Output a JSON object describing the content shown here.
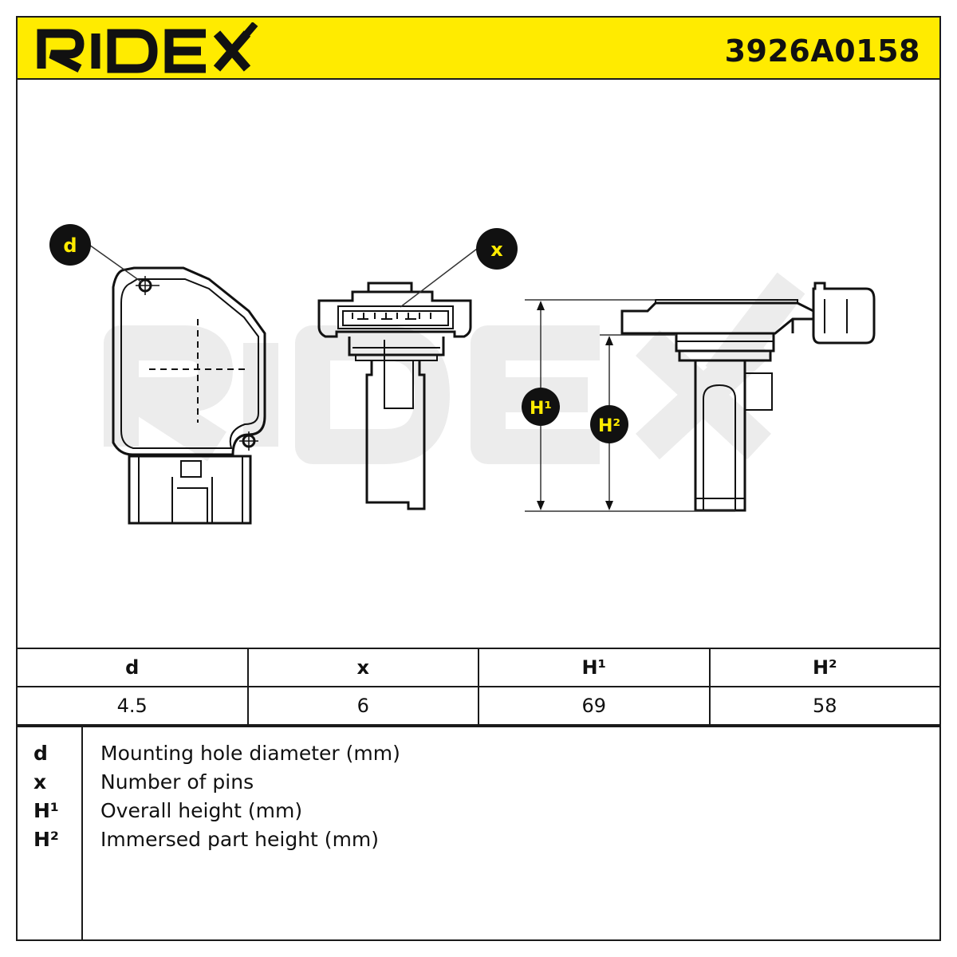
{
  "header": {
    "brand": "RIDEX",
    "part_number": "3926A0158",
    "accent_color": "#ffeb00"
  },
  "diagram": {
    "watermark": "RIDEX",
    "callouts": {
      "d": "d",
      "x": "x",
      "h1": "H¹",
      "h2": "H²"
    }
  },
  "specs": {
    "headers": [
      "d",
      "x",
      "H¹",
      "H²"
    ],
    "values": [
      "4.5",
      "6",
      "69",
      "58"
    ]
  },
  "legend": [
    {
      "symbol": "d",
      "text": "Mounting hole diameter (mm)"
    },
    {
      "symbol": "x",
      "text": "Number of pins"
    },
    {
      "symbol": "H¹",
      "text": "Overall height (mm)"
    },
    {
      "symbol": "H²",
      "text": "Immersed part height (mm)"
    }
  ]
}
